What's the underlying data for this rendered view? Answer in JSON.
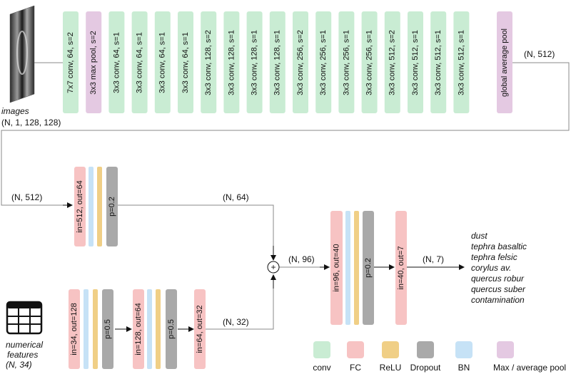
{
  "colors": {
    "conv": "#c9ecd3",
    "fc": "#f7c3c3",
    "relu": "#f0cf86",
    "dropout": "#a9a9a9",
    "bn": "#c6e2f6",
    "pool": "#e4c9e2",
    "line": "#888888",
    "arrow": "#111111"
  },
  "inputs": {
    "images_label": "images",
    "images_shape": "(N, 1, 128, 128)",
    "numerical_label_line1": "numerical",
    "numerical_label_line2": "features",
    "numerical_shape": "(N, 34)"
  },
  "cnn_layers": [
    {
      "label": "7x7 conv, 64, s=2",
      "kind": "conv"
    },
    {
      "label": "3x3 max pool, s=2",
      "kind": "pool"
    },
    {
      "label": "3x3 conv, 64, s=1",
      "kind": "conv"
    },
    {
      "label": "3x3 conv, 64, s=1",
      "kind": "conv"
    },
    {
      "label": "3x3 conv, 64, s=1",
      "kind": "conv"
    },
    {
      "label": "3x3 conv, 64, s=1",
      "kind": "conv"
    },
    {
      "label": "3x3 conv, 128, s=2",
      "kind": "conv"
    },
    {
      "label": "3x3 conv, 128, s=1",
      "kind": "conv"
    },
    {
      "label": "3x3 conv, 128, s=1",
      "kind": "conv"
    },
    {
      "label": "3x3 conv, 128, s=1",
      "kind": "conv"
    },
    {
      "label": "3x3 conv, 256, s=2",
      "kind": "conv"
    },
    {
      "label": "3x3 conv, 256, s=1",
      "kind": "conv"
    },
    {
      "label": "3x3 conv, 256, s=1",
      "kind": "conv"
    },
    {
      "label": "3x3 conv, 256, s=1",
      "kind": "conv"
    },
    {
      "label": "3x3 conv, 512, s=2",
      "kind": "conv"
    },
    {
      "label": "3x3 conv, 512, s=1",
      "kind": "conv"
    },
    {
      "label": "3x3 conv, 512, s=1",
      "kind": "conv"
    },
    {
      "label": "3x3 conv, 512, s=1",
      "kind": "conv"
    }
  ],
  "global_pool_label": "global average pool",
  "shapes": {
    "after_pool": "(N, 512)",
    "image_head_in": "(N, 512)",
    "image_head_out": "(N, 64)",
    "numerical_out": "(N, 32)",
    "concat_out": "(N, 96)",
    "final_out": "(N, 7)"
  },
  "image_head": {
    "fc_label": "in=512, out=64",
    "dropout_label": "p=0.2"
  },
  "numerical_head": {
    "fc1_label": "in=34, out=128",
    "dropout1_label": "p=0.5",
    "fc2_label": "in=128, out=64",
    "dropout2_label": "p=0.5",
    "fc3_label": "in=64, out=32"
  },
  "classifier": {
    "fc1_label": "in=96, out=40",
    "dropout_label": "p=0.2",
    "fc2_label": "in=40, out=7"
  },
  "concat_symbol": "+",
  "classes": [
    "dust",
    "tephra basaltic",
    "tephra felsic",
    "corylus av.",
    "quercus robur",
    "quercus suber",
    "contamination"
  ],
  "legend": [
    {
      "label": "conv",
      "kind": "conv"
    },
    {
      "label": "FC",
      "kind": "fc"
    },
    {
      "label": "ReLU",
      "kind": "relu"
    },
    {
      "label": "Dropout",
      "kind": "dropout"
    },
    {
      "label": "BN",
      "kind": "bn"
    },
    {
      "label": "Max / average pool",
      "kind": "pool"
    }
  ]
}
